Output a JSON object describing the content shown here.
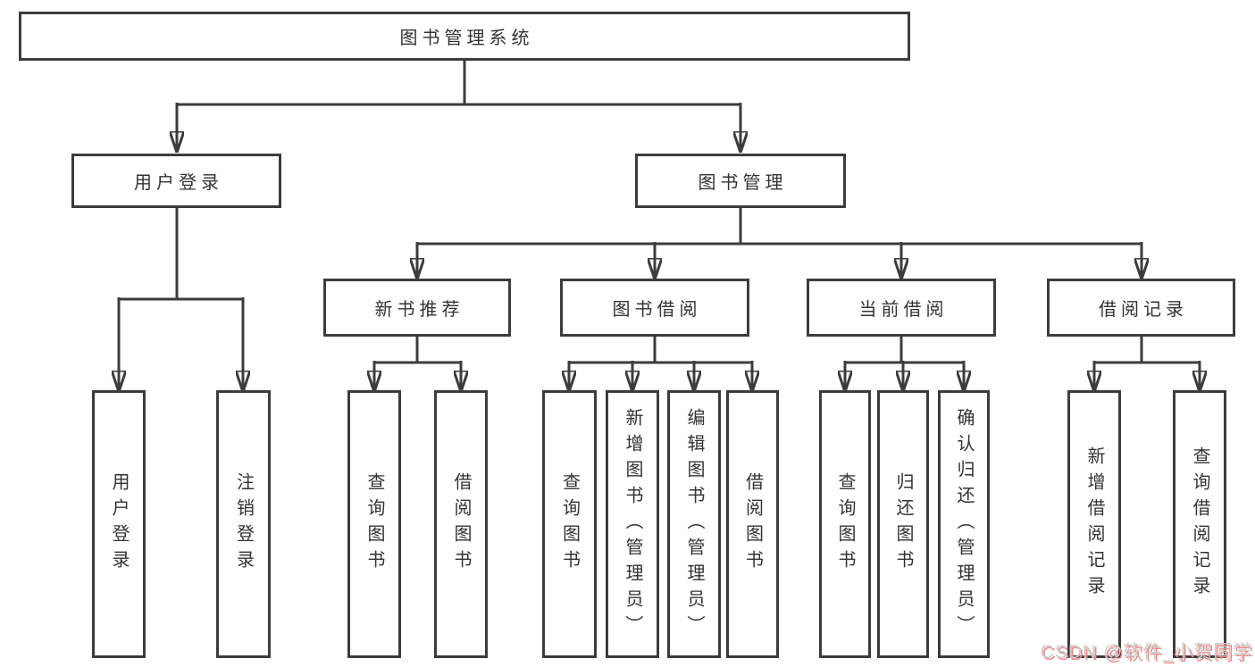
{
  "colors": {
    "background": "#ffffff",
    "line": "#3c3c3c",
    "box_border": "#3c3c3c",
    "box_fill": "#ffffff",
    "text": "#333333",
    "watermark_text": "#cccccc",
    "watermark_shadow": "#ee8a8a"
  },
  "diagram": {
    "type": "tree",
    "root": {
      "label": "图书管理系统",
      "children": [
        {
          "label": "用户登录",
          "children": [
            {
              "label": "用户登录"
            },
            {
              "label": "注销登录"
            }
          ]
        },
        {
          "label": "图书管理",
          "children": [
            {
              "label": "新书推荐",
              "children": [
                {
                  "label": "查询图书"
                },
                {
                  "label": "借阅图书"
                }
              ]
            },
            {
              "label": "图书借阅",
              "children": [
                {
                  "label": "查询图书"
                },
                {
                  "label": "新增图书（管理员）"
                },
                {
                  "label": "编辑图书（管理员）"
                },
                {
                  "label": "借阅图书"
                }
              ]
            },
            {
              "label": "当前借阅",
              "children": [
                {
                  "label": "查询图书"
                },
                {
                  "label": "归还图书"
                },
                {
                  "label": "确认归还（管理员）"
                }
              ]
            },
            {
              "label": "借阅记录",
              "children": [
                {
                  "label": "新增借阅记录"
                },
                {
                  "label": "查询借阅记录"
                }
              ]
            }
          ]
        }
      ]
    }
  },
  "watermark": {
    "text": "CSDN @软件_小贺同学"
  }
}
